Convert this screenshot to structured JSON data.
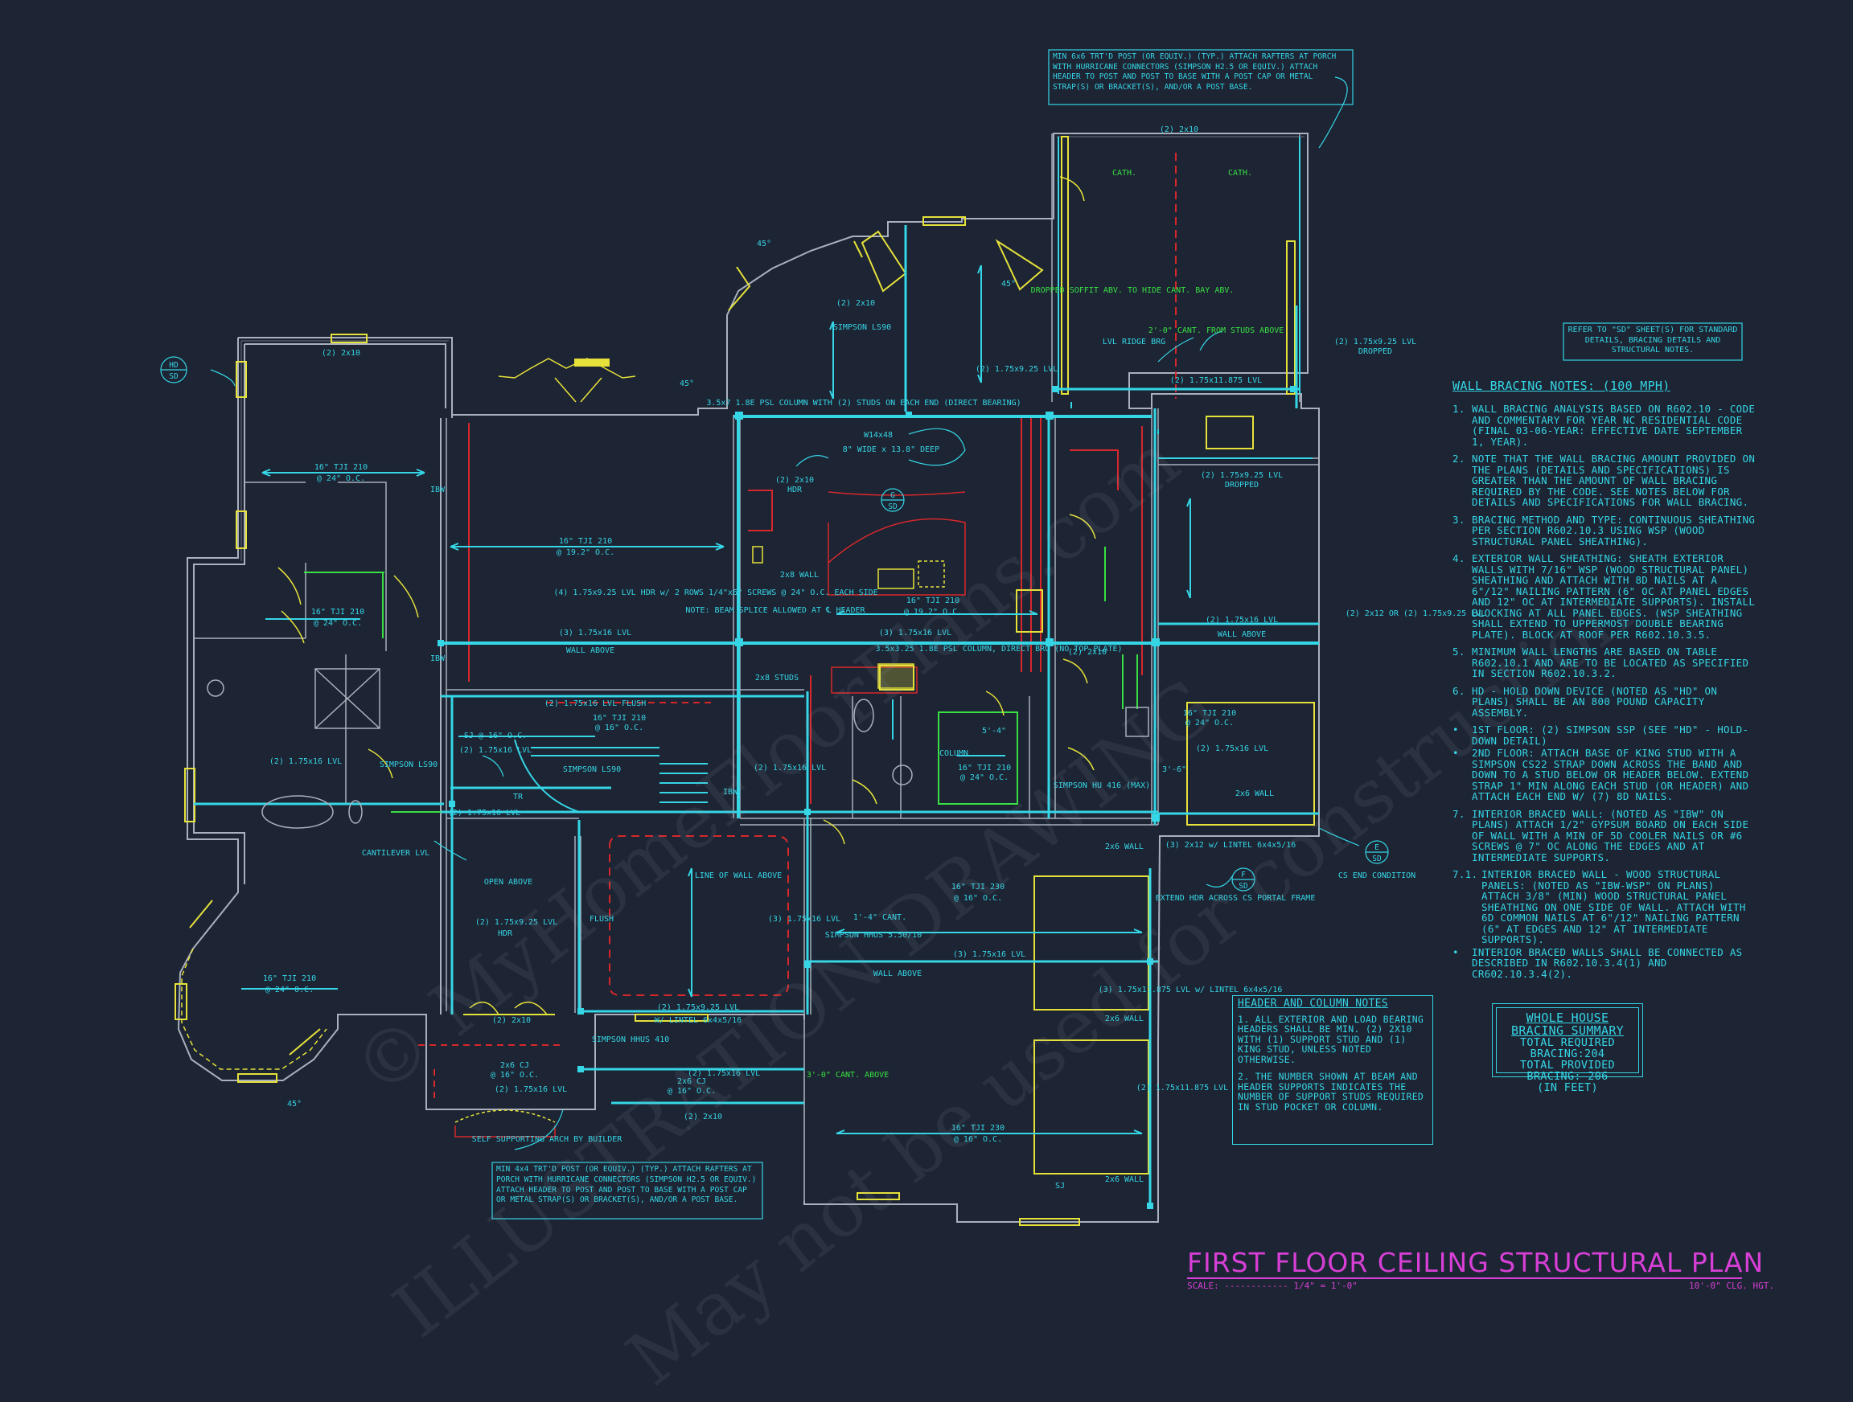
{
  "title": {
    "main": "FIRST FLOOR CEILING STRUCTURAL PLAN",
    "scale": "SCALE: ------------ 1/4\" = 1'-0\"",
    "ceiling_height": "10'-0\" CLG. HGT."
  },
  "colors": {
    "background": "#1d2433",
    "cyan": "#35d6e6",
    "wall": "#aab0bd",
    "yellow": "#e6e23a",
    "magenta": "#d73fd6",
    "red": "#d6282b",
    "green": "#38e043"
  },
  "watermark": {
    "line1": "© MyHomeFloorPlans.com",
    "line2": "ILLUSTRATION DRAWING",
    "line3": "May not be used for construction"
  },
  "refer_note": "REFER TO \"SD\" SHEET(S) FOR STANDARD DETAILS, BRACING DETAILS AND STRUCTURAL NOTES.",
  "wall_bracing": {
    "title": "WALL BRACING NOTES: (100 MPH)",
    "items": [
      {
        "num": "1.",
        "text": "Wall bracing analysis based on R602.10 - Code and commentary for year NC residential code (final 03-06-year: effective date September 1, year)."
      },
      {
        "num": "2.",
        "text": "Note that the wall bracing amount provided on the plans (details and specifications) is greater than the amount of wall bracing required by the code. See notes below for details and specifications for wall bracing."
      },
      {
        "num": "3.",
        "text": "Bracing method and type: continuous sheathing per section R602.10.3 using WSP (wood structural panel sheathing)."
      },
      {
        "num": "4.",
        "text": "Exterior wall sheathing: sheath exterior walls with 7/16\" WSP (wood structural panel) sheathing and attach with 8d nails at a 6\"/12\" nailing pattern (6\" OC at panel edges and 12\" OC at intermediate supports). Install blocking at all panel edges. (WSP sheathing shall extend to uppermost double bearing plate). Block at roof per R602.10.3.5."
      },
      {
        "num": "5.",
        "text": "Minimum wall lengths are based on table R602.10.1 and are to be located as specified in section R602.10.3.2."
      },
      {
        "num": "6.",
        "text": "HD - hold down device (noted as \"HD\" on plans) shall be an 800 pound capacity assembly."
      },
      {
        "num": "•",
        "text": "1st floor: (2) Simpson SSP (see \"HD\" - hold-down detail)"
      },
      {
        "num": "•",
        "text": "2nd floor: attach base of king stud with a Simpson CS22 strap down across the band and down to a stud below or header below. Extend strap 1\" min along each stud (or header) and attach each end w/ (7) 8d nails."
      },
      {
        "num": "7.",
        "text": "Interior braced wall: (noted as \"IBW\" on plans) attach 1/2\" gypsum board on each side of wall with a min of 5d cooler nails or #6 screws @ 7\" OC along the edges and at intermediate supports."
      },
      {
        "num": "7.1.",
        "text": "Interior braced wall - wood structural panels: (noted as \"IBW-WSP\" on plans) attach 3/8\" (min) wood structural panel sheathing on one side of wall. Attach with 6d common nails at 6\"/12\" nailing pattern (6\" at edges and 12\" at intermediate supports)."
      },
      {
        "num": "•",
        "text": "Interior braced walls shall be connected as described in R602.10.3.4(1) and CR602.10.3.4(2)."
      }
    ]
  },
  "header_notes": {
    "title": "HEADER AND COLUMN NOTES",
    "items": [
      "1. All exterior and load bearing headers shall be min. (2) 2x10 with (1) support stud and (1) king stud, unless noted otherwise.",
      "2. The number shown at beam and header supports indicates the number of support studs required in stud pocket or column."
    ]
  },
  "bracing_summary": {
    "title_line1": "WHOLE HOUSE",
    "title_line2": "BRACING SUMMARY",
    "required": "TOTAL REQUIRED BRACING:204",
    "provided": "TOTAL PROVIDED BRACING: 206",
    "units": "(IN FEET)"
  },
  "plan_labels": {
    "porch_top_note": "MIN 6x6 TRT'D POST (OR EQUIV.) (TYP.) ATTACH RAFTERS AT PORCH WITH HURRICANE CONNECTORS (SIMPSON H2.5 OR EQUIV.) ATTACH HEADER TO POST AND POST TO BASE WITH A POST CAP OR METAL STRAP(S) OR BRACKET(S), AND/OR A POST BASE.",
    "porch_bottom_note": "MIN 4x4 TRT'D POST (OR EQUIV.) (TYP.) ATTACH RAFTERS AT PORCH WITH HURRICANE CONNECTORS (SIMPSON H2.5 OR EQUIV.) ATTACH HEADER TO POST AND POST TO BASE WITH A POST CAP OR METAL STRAP(S) OR BRACKET(S), AND/OR A POST BASE.",
    "hd": "HD",
    "sd": "SD",
    "e": "E",
    "f": "F",
    "g": "G",
    "cath": "CATH.",
    "deg45": "45°",
    "two_2x10": "(2) 2x10",
    "tji_24": "16\" TJI 210",
    "oc_24": "@ 24\" O.C.",
    "oc_192": "@ 19.2\" O.C.",
    "oc_16": "@ 16\" O.C.",
    "tji_230": "16\" TJI 230",
    "lvl_2_175x16": "(2) 1.75x16 LVL",
    "lvl_3_175x16": "(3) 1.75x16 LVL",
    "lvl_2_175x925": "(2) 1.75x9.25 LVL",
    "lvl_2_175x925_hdr": "HDR",
    "lvl_flush": "(2) 1.75x16 LVL FLUSH",
    "wall_above": "WALL ABOVE",
    "dropped": "DROPPED",
    "psl_column": "3.5x7 1.8E PSL COLUMN WITH (2) STUDS ON EACH END (DIRECT BEARING)",
    "w14x48": "W14x48",
    "deep_note": "8\" WIDE x 13.8\" DEEP",
    "lvl_hdr_note": "(4) 1.75x9.25 LVL HDR w/ 2 ROWS 1/4\"x6\" SCREWS @ 24\" O.C. EACH SIDE",
    "splice_note": "NOTE: BEAM SPLICE ALLOWED AT ℄ HEADER",
    "studs_2x8": "2x8 STUDS",
    "psl_small": "3.5x3.25 1.8E PSL COLUMN, DIRECT BRG (NO TOP PLATE)",
    "column": "COLUMN",
    "simpson_ls90": "SIMPSON LS90",
    "simpson_hu416": "SIMPSON HU 416 (MAX)",
    "simpson_hhus": "SIMPSON HHUS 5.50/10",
    "simpson_hhus410": "SIMPSON HHUS 410",
    "cantilever": "CANTILEVER LVL",
    "open_above": "OPEN ABOVE",
    "line_wall_above": "LINE OF WALL ABOVE",
    "self_arch": "SELF SUPPORTING ARCH BY BUILDER",
    "extend_hdr": "EXTEND HDR ACROSS CS PORTAL FRAME",
    "cs_end": "CS END CONDITION",
    "lintel_3": "(3) 2x12 w/ LINTEL 6x4x5/16",
    "lintel_w": "W/ LINTEL 6x4x5/16",
    "lvl_1875": "(2) 1.75x11.875 LVL",
    "lvl_1875_3": "(3) 1.75x11.875 LVL w/ LINTEL 6x4x5/16",
    "dropped_soffit": "DROPPED SOFFIT ABV. TO HIDE CANT. BAY ABV.",
    "cant_2": "2'-0\" CANT. FROM STUDS ABOVE",
    "cant_3": "3'-0\" CANT. ABOVE",
    "cant_1": "1'-4\" CANT.",
    "lvl_ridge": "LVL RIDGE BRG",
    "sj": "SJ",
    "sj_16": "SJ @ 16\" O.C.",
    "cj_2x6": "2x6 CJ",
    "wall_2x6": "2x6 WALL",
    "wall_2x8": "2x8 WALL",
    "ibw": "IBW",
    "dim_54": "5'-4\"",
    "dim_36": "3'-6\"",
    "two_2x12_or": "(2) 2x12 OR (2) 1.75x9.25 LVL",
    "flush": "FLUSH",
    "hdr": "HDR",
    "tr": "TR"
  }
}
